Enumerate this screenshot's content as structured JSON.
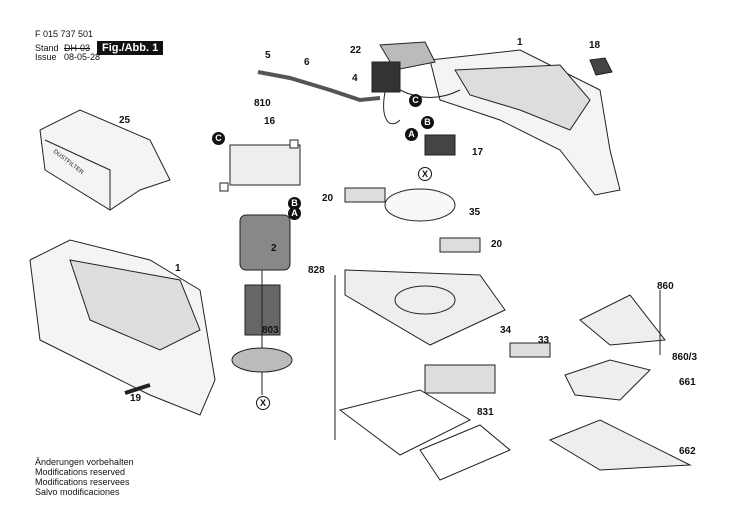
{
  "header": {
    "part_number": "F 015 737 501",
    "stand_label": "Stand",
    "issue_label": "Issue",
    "stand_value": "DH-03",
    "issue_value": "08-05-28",
    "figure": "Fig./Abb. 1"
  },
  "footer": [
    "Änderungen vorbehalten",
    "Modifications reserved",
    "Modifications reservees",
    "Salvo modificaciones"
  ],
  "labels": {
    "p1a": "1",
    "p18": "18",
    "p22": "22",
    "p5": "5",
    "p6": "6",
    "p4": "4",
    "p17": "17",
    "p810": "810",
    "p16": "16",
    "p25": "25",
    "p20a": "20",
    "p35": "35",
    "p2": "2",
    "p1b": "1",
    "p20b": "20",
    "p828": "828",
    "p803": "803",
    "p34": "34",
    "p33": "33",
    "p860": "860",
    "p8603": "860/3",
    "p661": "661",
    "p19": "19",
    "p831": "831",
    "p662": "662"
  },
  "markers": {
    "A": "A",
    "B": "B",
    "C": "C",
    "X": "X"
  },
  "print_label": "DUSTFILTER"
}
